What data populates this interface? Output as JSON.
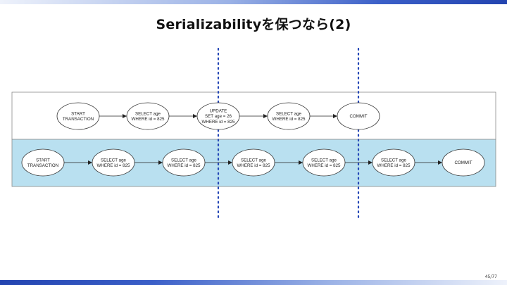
{
  "slide": {
    "title": "Serializabilityを保つなら(2)",
    "page_number": "45/77"
  },
  "colors": {
    "lane_a_fill": "#ffffff",
    "lane_b_fill": "#b9e0f0",
    "lane_border": "#8a8a8a",
    "dotted_line": "#2345b5",
    "arrow": "#222222"
  },
  "lanes": [
    {
      "id": "a",
      "nodes": [
        {
          "lines": [
            "START",
            "TRANSACTION"
          ]
        },
        {
          "lines": [
            "SELECT age",
            "WHERE id = 825"
          ]
        },
        {
          "lines": [
            "UPDATE",
            "SET age = 26",
            "WHERE id = 825"
          ]
        },
        {
          "lines": [
            "SELECT age",
            "WHERE id = 825"
          ]
        },
        {
          "lines": [
            "COMMIT"
          ]
        }
      ]
    },
    {
      "id": "b",
      "nodes": [
        {
          "lines": [
            "START",
            "TRANSACTION"
          ]
        },
        {
          "lines": [
            "SELECT age",
            "WHERE id = 825"
          ]
        },
        {
          "lines": [
            "SELECT age",
            "WHERE id = 825"
          ]
        },
        {
          "lines": [
            "SELECT age",
            "WHERE id = 825"
          ]
        },
        {
          "lines": [
            "SELECT age",
            "WHERE id = 825"
          ]
        },
        {
          "lines": [
            "SELECT age",
            "WHERE id = 825"
          ]
        },
        {
          "lines": [
            "COMMIT"
          ]
        }
      ]
    }
  ]
}
